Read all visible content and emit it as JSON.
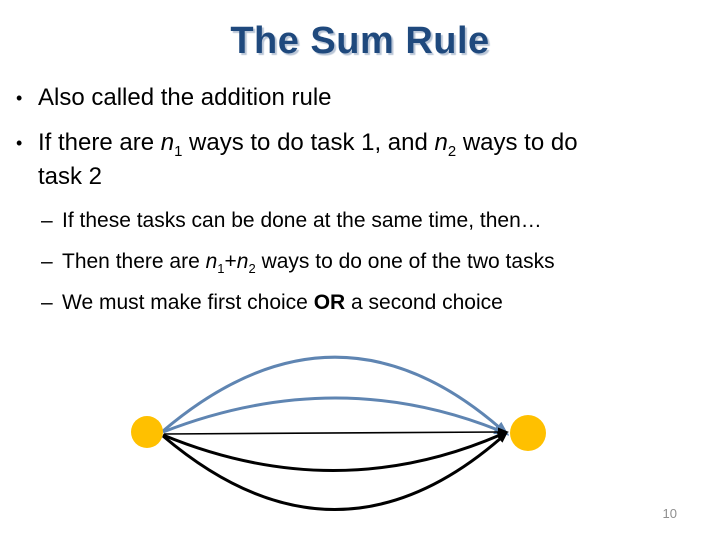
{
  "slide": {
    "title": "The Sum Rule",
    "page_number": "10",
    "title_color": "#1F497D",
    "background": "#FFFFFF"
  },
  "bullets": {
    "glyph": "•",
    "item1": "Also called the addition rule",
    "item2": {
      "pre": "If there are ",
      "var1": "n",
      "sub1": "1",
      "mid": " ways to do task 1, and ",
      "var2": "n",
      "sub2": "2",
      "post": " ways to do",
      "line2": "task 2"
    }
  },
  "sub_bullets": {
    "glyph": "–",
    "item1": "If these tasks can be done at the same time, then…",
    "item2": {
      "pre": "Then there are ",
      "var1": "n",
      "sub1": "1",
      "plus": "+",
      "var2": "n",
      "sub2": "2",
      "post": " ways to do one of the two tasks"
    },
    "item3": {
      "pre": "We must make first choice ",
      "bold": "OR",
      "post": " a second choice"
    }
  },
  "diagram": {
    "node_fill": "#FFC000",
    "edge_blue": "#5F85B2",
    "edge_black": "#000000",
    "blue_edge_count": 2,
    "black_edge_count": 3
  }
}
